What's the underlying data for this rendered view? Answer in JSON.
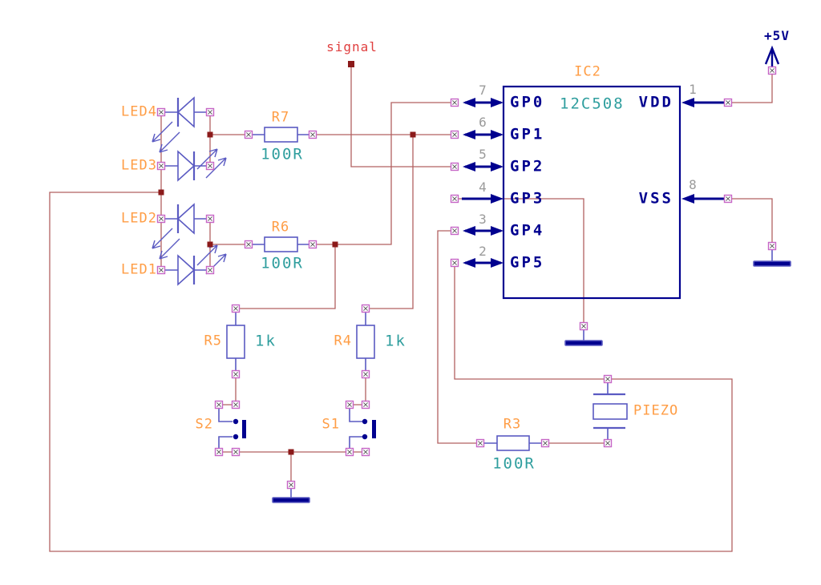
{
  "colors": {
    "background": "#ffffff",
    "wire": "#b26060",
    "junction": "#8b1a1a",
    "component_blue": "#5a5ac2",
    "ic_navy": "#00008f",
    "pin_marker_magenta": "#c565c5",
    "reference_orange": "#ff9d45",
    "value_teal": "#2f9e9e",
    "pin_number_gray": "#9a9a9a",
    "signal_red": "#e04040"
  },
  "ic": {
    "ref": "IC2",
    "value": "12C508",
    "left_pins": [
      {
        "num": "7",
        "name": "GP0"
      },
      {
        "num": "6",
        "name": "GP1"
      },
      {
        "num": "5",
        "name": "GP2"
      },
      {
        "num": "4",
        "name": "GP3"
      },
      {
        "num": "3",
        "name": "GP4"
      },
      {
        "num": "2",
        "name": "GP5"
      }
    ],
    "right_pins": [
      {
        "num": "1",
        "name": "VDD"
      },
      {
        "num": "8",
        "name": "VSS"
      }
    ]
  },
  "leds": [
    {
      "ref": "LED4"
    },
    {
      "ref": "LED3"
    },
    {
      "ref": "LED2"
    },
    {
      "ref": "LED1"
    }
  ],
  "resistors": {
    "r7": {
      "ref": "R7",
      "value": "100R"
    },
    "r6": {
      "ref": "R6",
      "value": "100R"
    },
    "r5": {
      "ref": "R5",
      "value": "1k"
    },
    "r4": {
      "ref": "R4",
      "value": "1k"
    },
    "r3": {
      "ref": "R3",
      "value": "100R"
    }
  },
  "switches": {
    "s2": {
      "ref": "S2"
    },
    "s1": {
      "ref": "S1"
    }
  },
  "piezo": {
    "ref": "PIEZO"
  },
  "nets": {
    "supply": "+5V",
    "signal": "signal"
  }
}
